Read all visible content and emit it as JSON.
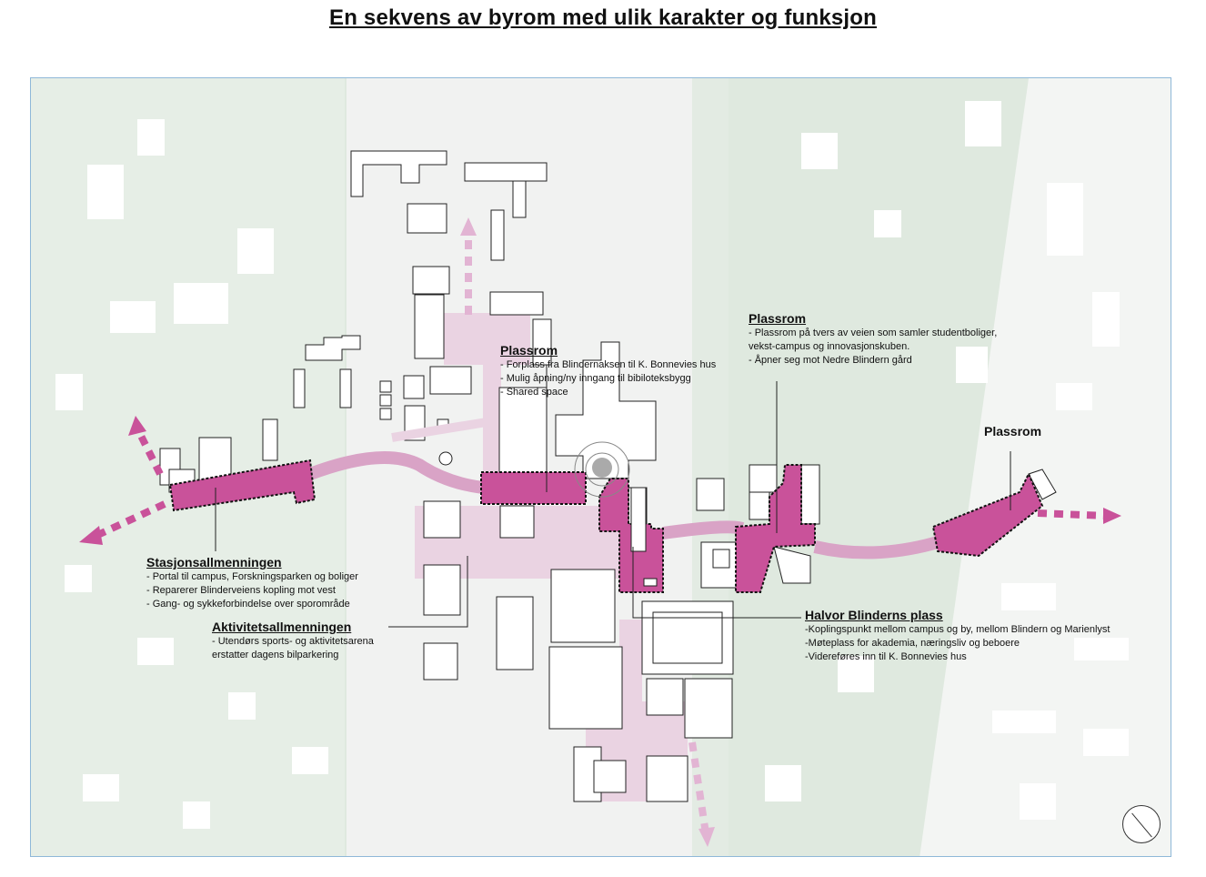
{
  "title": "En sekvens av byrom med ulik karakter og funksjon",
  "colors": {
    "background_green": "#dfe9df",
    "campus_grey": "#f2f2f2",
    "building_fill": "#ffffff",
    "plaza_magenta": "#c9529a",
    "corridor_pink": "#e8c9dd",
    "path_pink": "#d9a3c6",
    "arrow_pink": "#c9529a",
    "arrow_light_pink": "#e2b4d3"
  },
  "labels": {
    "stasjon": {
      "heading": "Stasjonsallmenningen",
      "lines": [
        "- Portal til campus, Forskningsparken og boliger",
        "- Reparerer Blinderveiens kopling mot vest",
        "- Gang- og sykkeforbindelse over sporområde"
      ]
    },
    "aktivitet": {
      "heading": "Aktivitetsallmenningen",
      "lines": [
        "- Utendørs sports- og aktivitetsarena",
        "erstatter dagens bilparkering"
      ]
    },
    "plassrom_center": {
      "heading": "Plassrom",
      "lines": [
        "- Forplass fra Blindernaksen til K. Bonnevies hus",
        "- Mulig åpning/ny inngang til bibiloteksbygg",
        "- Shared space"
      ]
    },
    "plassrom_north": {
      "heading": "Plassrom",
      "lines": [
        "- Plassrom på tvers av veien som samler studentboliger,",
        "vekst-campus og innovasjonskuben.",
        "- Åpner seg mot Nedre Blindern gård"
      ]
    },
    "plassrom_east": {
      "heading": "Plassrom",
      "lines": []
    },
    "halvor": {
      "heading": "Halvor Blinderns plass",
      "lines": [
        "-Koplingspunkt mellom campus og by, mellom Blindern og Marienlyst",
        "-Møteplass for akademia, næringsliv og beboere",
        "-Videreføres inn til K. Bonnevies hus"
      ]
    }
  },
  "icons": {
    "north_arrow": "compass-icon"
  }
}
